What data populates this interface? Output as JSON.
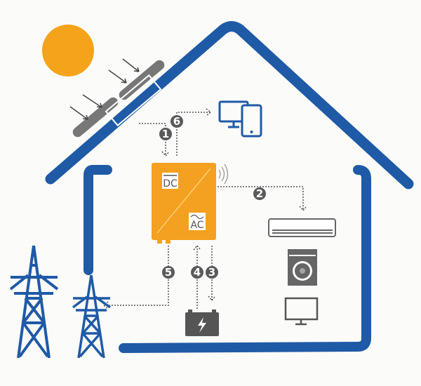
{
  "colors": {
    "house": "#1f5aa6",
    "inverter": "#f4a020",
    "sun": "#f5a31a",
    "device": "#5a5a5a"
  },
  "inverter": {
    "dc_label": "DC",
    "ac_label": "AC"
  },
  "flows": [
    {
      "number": "1"
    },
    {
      "number": "2"
    },
    {
      "number": "3"
    },
    {
      "number": "4"
    },
    {
      "number": "5"
    },
    {
      "number": "6"
    }
  ]
}
